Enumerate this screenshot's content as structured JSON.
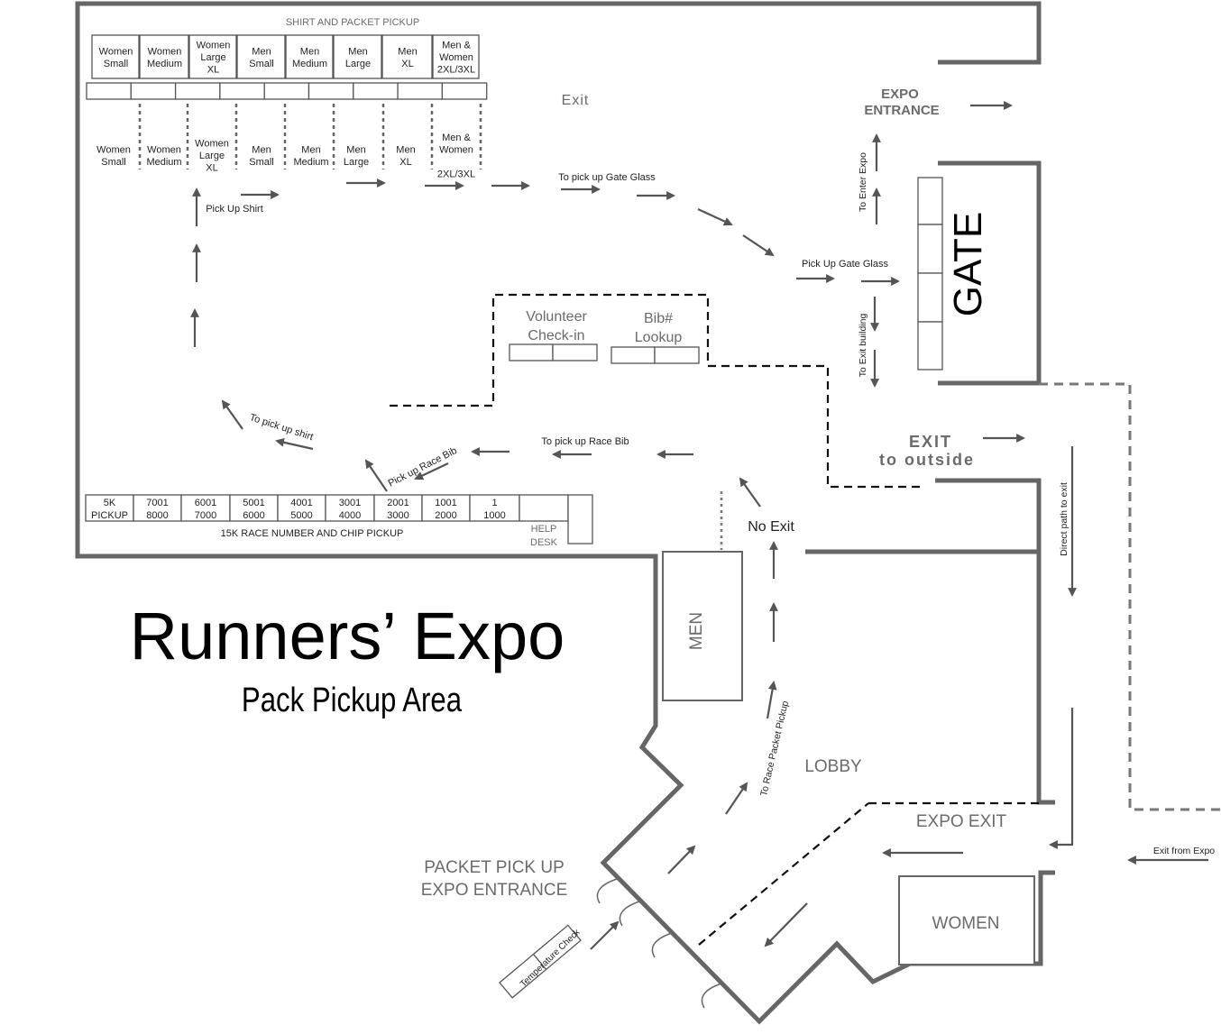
{
  "title": "Runners’ Expo",
  "subtitle": "Pack Pickup Area",
  "shirt_section": {
    "heading": "SHIRT AND PACKET PICKUP",
    "top_sizes": [
      [
        "Women",
        "Small"
      ],
      [
        "Women",
        "Medium"
      ],
      [
        "Women",
        "Large",
        "XL"
      ],
      [
        "Men",
        "Small"
      ],
      [
        "Men",
        "Medium"
      ],
      [
        "Men",
        "Large"
      ],
      [
        "Men",
        "XL"
      ],
      [
        "Men &",
        "Women",
        "2XL/3XL"
      ]
    ],
    "lower_sizes": [
      [
        "Women",
        "Small"
      ],
      [
        "Women",
        "Medium"
      ],
      [
        "Women",
        "Large",
        "XL"
      ],
      [
        "Men",
        "Small"
      ],
      [
        "Men",
        "Medium"
      ],
      [
        "Men",
        "Large"
      ],
      [
        "Men",
        "XL"
      ],
      [
        "Men &",
        "Women",
        "",
        "2XL/3XL"
      ]
    ]
  },
  "race_section": {
    "heading": "15K RACE NUMBER AND CHIP PICKUP",
    "bins": [
      [
        "5K",
        "PICKUP"
      ],
      [
        "7001",
        "8000"
      ],
      [
        "6001",
        "7000"
      ],
      [
        "5001",
        "6000"
      ],
      [
        "4001",
        "5000"
      ],
      [
        "3001",
        "4000"
      ],
      [
        "2001",
        "3000"
      ],
      [
        "1001",
        "2000"
      ],
      [
        "1",
        "1000"
      ]
    ],
    "help_desk": [
      "HELP",
      "DESK"
    ]
  },
  "labels": {
    "exit_top": "Exit",
    "expo_entrance": [
      "EXPO",
      "ENTRANCE"
    ],
    "gate": "GATE",
    "to_enter_expo": "To Enter Expo",
    "to_exit_building": "To Exit building",
    "to_pick_up_gate_glass": "To pick up Gate Glass",
    "pick_up_gate_glass": "Pick Up Gate Glass",
    "pick_up_shirt": "Pick Up Shirt",
    "to_pick_up_shirt": "To pick up shirt",
    "pick_up_race_bib": "Pick up Race Bib",
    "to_pick_up_race_bib": "To pick up Race Bib",
    "volunteer_checkin": [
      "Volunteer",
      "Check-in"
    ],
    "bib_lookup": [
      "Bib#",
      "Lookup"
    ],
    "exit_to_outside": [
      "EXIT",
      "to outside"
    ],
    "no_exit": "No Exit",
    "direct_path_to_exit": "Direct path to exit",
    "men": "MEN",
    "women": "WOMEN",
    "lobby": "LOBBY",
    "to_race_packet_pickup": "To Race Packet Pickup",
    "expo_exit": "EXPO EXIT",
    "exit_from_expo": "Exit from Expo",
    "packet_pickup_entrance": [
      "PACKET PICK UP",
      "EXPO ENTRANCE"
    ],
    "temperature_check": "Temperature Check"
  }
}
